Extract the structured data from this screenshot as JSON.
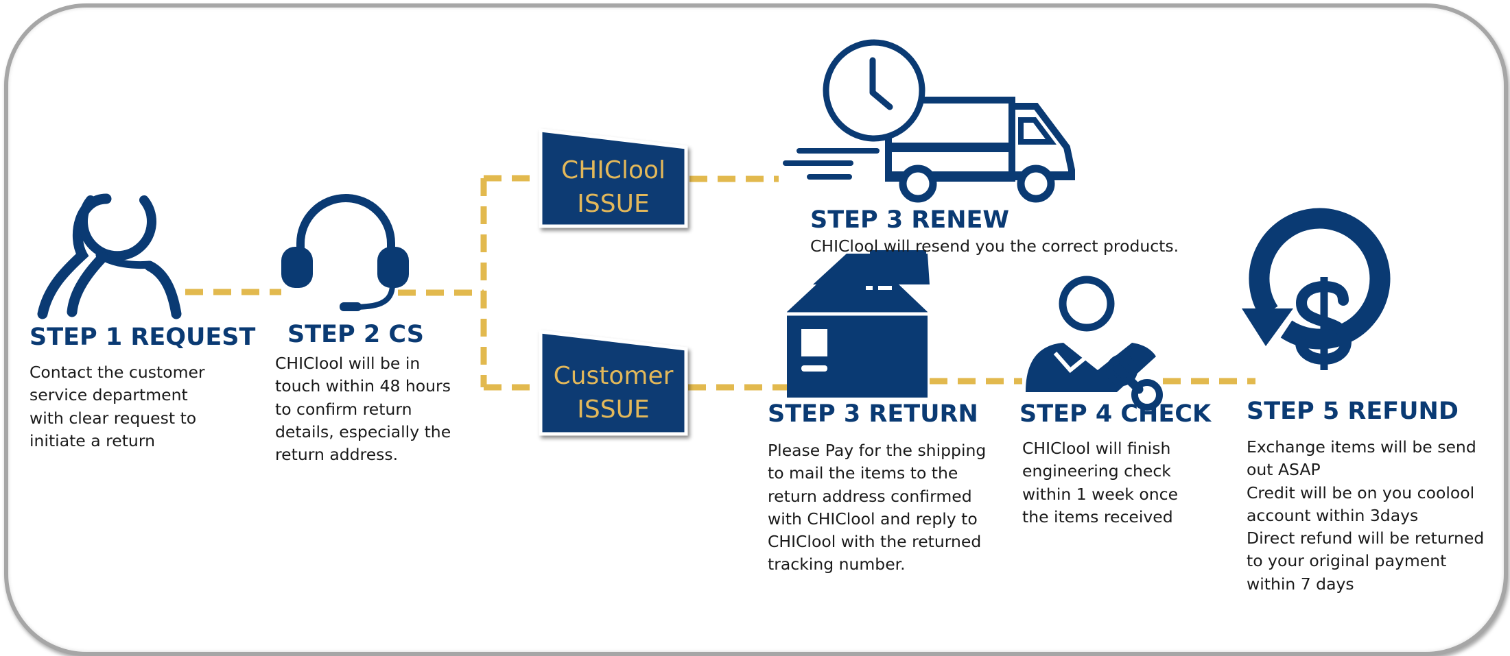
{
  "colors": {
    "navy": "#0a3a73",
    "dash_gold": "#e2b94e",
    "tag_text": "#e3b85a",
    "frame_border": "#a6a6a6"
  },
  "steps": [
    {
      "id": "step1",
      "title": "STEP 1 REQUEST",
      "description": "Contact the customer\nservice department\nwith clear request to\ninitiate a return",
      "icon": "customer-people-icon"
    },
    {
      "id": "step2",
      "title": "STEP 2 CS",
      "description": "CHIClool will be in\ntouch within 48 hours\nto confirm return\ndetails, especially the\nreturn address.",
      "icon": "headset-icon"
    },
    {
      "id": "step3_renew",
      "title": "STEP 3 RENEW",
      "description": "CHIClool will resend you the correct products.",
      "icon": "delivery-truck-clock-icon"
    },
    {
      "id": "step3_return",
      "title": "STEP 3 RETURN",
      "description": "Please Pay for the shipping\nto mail the items to the\nreturn address confirmed\nwith CHIClool and reply to\nCHIClool with the returned\ntracking number.",
      "icon": "package-box-icon"
    },
    {
      "id": "step4",
      "title": "STEP 4 CHECK",
      "description": "CHIClool will finish\nengineering check\nwithin 1 week once\nthe items received",
      "icon": "engineer-wrench-icon"
    },
    {
      "id": "step5",
      "title": "STEP 5 REFUND",
      "description": "Exchange items will be send\nout ASAP\nCredit will be on you coolool\naccount within 3days\nDirect refund will be returned\nto your original payment\nwithin 7 days",
      "icon": "dollar-refund-icon"
    }
  ],
  "branches": [
    {
      "id": "chiclool_issue",
      "label": "CHIClool\nISSUE"
    },
    {
      "id": "customer_issue",
      "label": "Customer\nISSUE"
    }
  ]
}
